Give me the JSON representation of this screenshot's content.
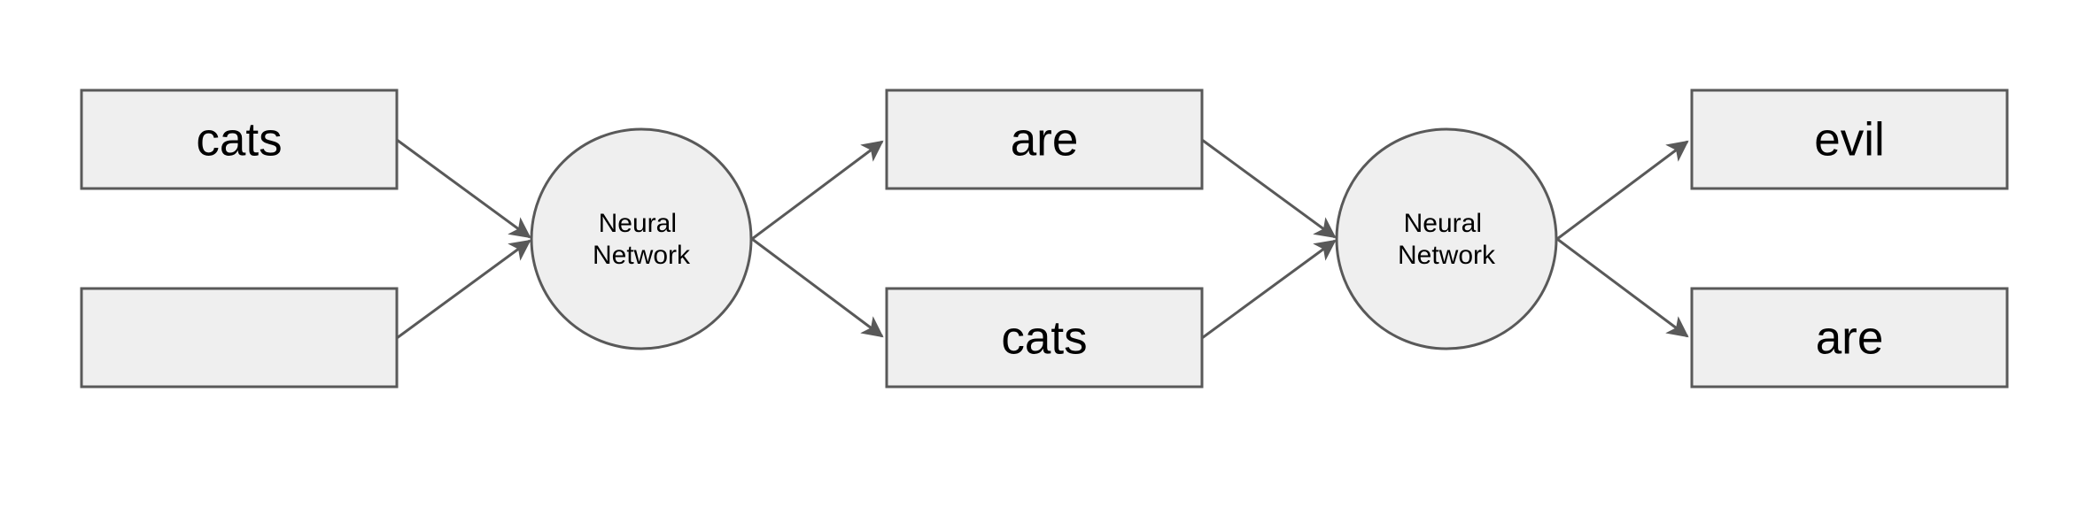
{
  "colors": {
    "fill": "#efefef",
    "stroke": "#595959",
    "text": "#000000",
    "background": "#ffffff"
  },
  "boxes": [
    {
      "id": "box-1-top",
      "label": "cats"
    },
    {
      "id": "box-1-bottom",
      "label": ""
    },
    {
      "id": "box-2-top",
      "label": "are"
    },
    {
      "id": "box-2-bottom",
      "label": "cats"
    },
    {
      "id": "box-3-top",
      "label": "evil"
    },
    {
      "id": "box-3-bottom",
      "label": "are"
    }
  ],
  "networks": [
    {
      "id": "network-1",
      "label_line1": "Neural",
      "label_line2": "Network"
    },
    {
      "id": "network-2",
      "label_line1": "Neural",
      "label_line2": "Network"
    }
  ]
}
